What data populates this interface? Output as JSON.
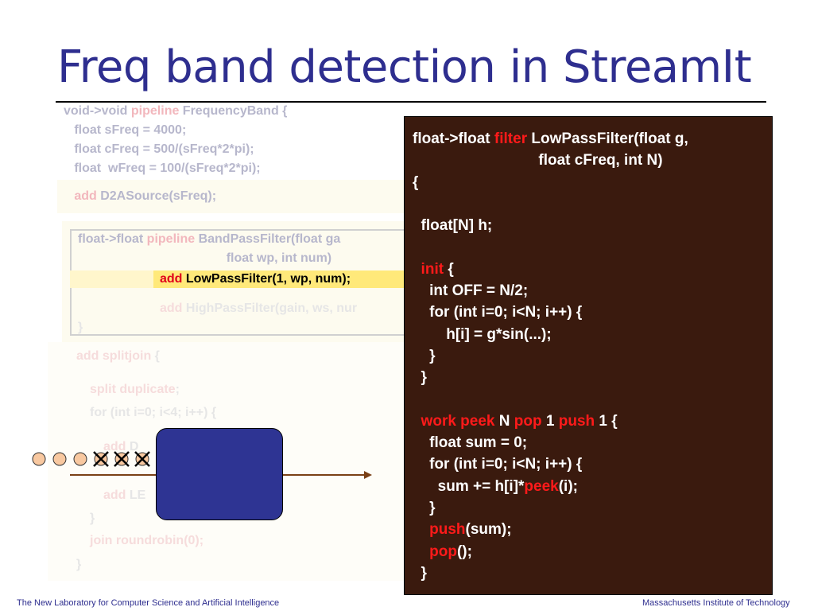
{
  "slide": {
    "title": "Freq band detection in StreamIt",
    "footer_left": "The New Laboratory for Computer Science and Artificial Intelligence",
    "footer_right": "Massachusetts Institute of Technology"
  },
  "outer_code": {
    "l1_pre": "void->void ",
    "l1_kw": "pipeline",
    "l1_post": " FrequencyBand {",
    "l2": "   float sFreq = 4000;",
    "l3": "   float cFreq = 500/(sFreq*2*pi);",
    "l4": "   float  wFreq = 100/(sFreq*2*pi);",
    "l5_kw": "   add",
    "l5_post": " D2ASource(sFreq);",
    "bp1_pre": "float->float ",
    "bp1_kw": "pipeline",
    "bp1_post": " BandPassFilter(float ga",
    "bp2": "                                          float wp, int num)",
    "hp_kw": "add",
    "hp_post": " HighPassFilter(gain, ws, nur",
    "bp_close": "}",
    "sj_kw1": "add splitjoin",
    "sj_post": " {",
    "split_kw": "split duplicate",
    "split_post": ";",
    "for_line": "for (int i=0; i<4; i++) {",
    "addd_kw": "add",
    "addd_post": " D",
    "addle_kw": "add",
    "addle_post": " LE",
    "close1": "}",
    "join_kw": "join roundrobin(0);",
    "close2": "}"
  },
  "lowpass_line": {
    "kw": "add",
    "post": " LowPassFilter(1, wp, num);"
  },
  "filter_code": {
    "l1_pre": "float->float ",
    "l1_kw": "filter",
    "l1_post": " LowPassFilter(float g,",
    "l2": "                              float cFreq, int N)",
    "l3": "{",
    "l5": "  float[N] h;",
    "l7_kw": "  init",
    "l7_post": " {",
    "l8": "    int OFF = N/2;",
    "l9": "    for (int i=0; i<N; i++) {",
    "l10": "        h[i] = g*sin(...);",
    "l11": "    }",
    "l12": "  }",
    "l14_kw1": "  work peek",
    "l14_mid1": " N ",
    "l14_kw2": "pop",
    "l14_mid2": " 1 ",
    "l14_kw3": "push",
    "l14_post": " 1 {",
    "l15": "    float sum = 0;",
    "l16": "    for (int i=0; i<N; i++) {",
    "l17_pre": "      sum += h[i]*",
    "l17_kw": "peek",
    "l17_post": "(i);",
    "l18": "    }",
    "l19_kw": "    push",
    "l19_post": "(sum);",
    "l20_kw": "    pop",
    "l20_post": "();",
    "l21": "  }"
  },
  "colors": {
    "title": "#2e2e8f",
    "keyword": "#ff1a1a",
    "code_panel": "#3a1a0e",
    "filter_box": "#2e3493",
    "item_circle": "#f8c8a0",
    "arrow": "#7a4016"
  },
  "icons": {
    "input_item": "circle",
    "consumed_item": "x-cross-circle",
    "arrow": "right-arrow"
  }
}
